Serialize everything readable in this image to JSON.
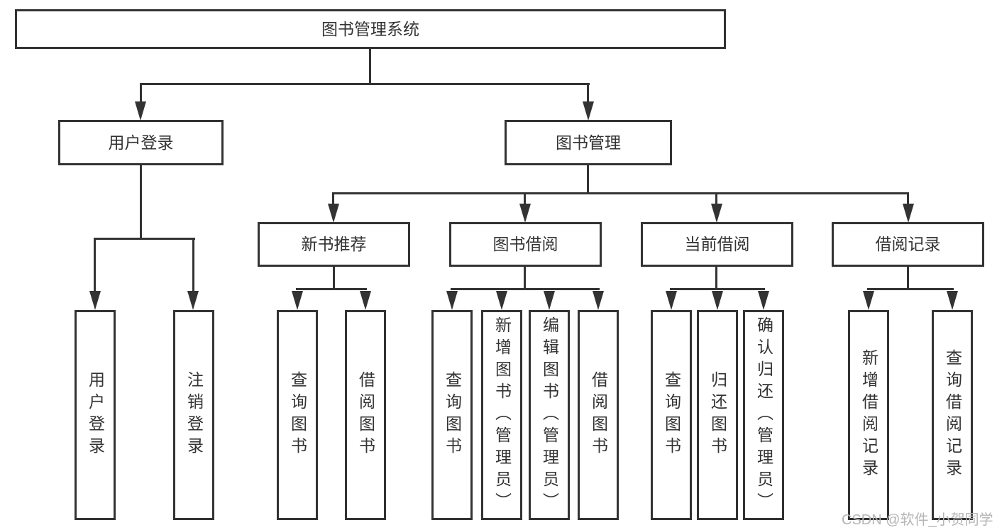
{
  "diagram_title": "图书管理系统",
  "tree": {
    "root": {
      "label": "图书管理系统",
      "children": [
        {
          "label": "用户登录",
          "children": [
            {
              "label": "用户登录"
            },
            {
              "label": "注销登录"
            }
          ]
        },
        {
          "label": "图书管理",
          "children": [
            {
              "label": "新书推荐",
              "children": [
                {
                  "label": "查询图书"
                },
                {
                  "label": "借阅图书"
                }
              ]
            },
            {
              "label": "图书借阅",
              "children": [
                {
                  "label": "查询图书"
                },
                {
                  "label": "新增图书（管理员）"
                },
                {
                  "label": "编辑图书（管理员）"
                },
                {
                  "label": "借阅图书"
                }
              ]
            },
            {
              "label": "当前借阅",
              "children": [
                {
                  "label": "查询图书"
                },
                {
                  "label": "归还图书"
                },
                {
                  "label": "确认归还（管理员）"
                }
              ]
            },
            {
              "label": "借阅记录",
              "children": [
                {
                  "label": "新增借阅记录"
                },
                {
                  "label": "查询借阅记录"
                }
              ]
            }
          ]
        }
      ]
    }
  },
  "watermark": "CSDN @软件_小贺同学",
  "colors": {
    "line": "#333333",
    "box_border": "#333333",
    "text": "#333333",
    "background": "#ffffff",
    "watermark": "#b5b5b5"
  }
}
